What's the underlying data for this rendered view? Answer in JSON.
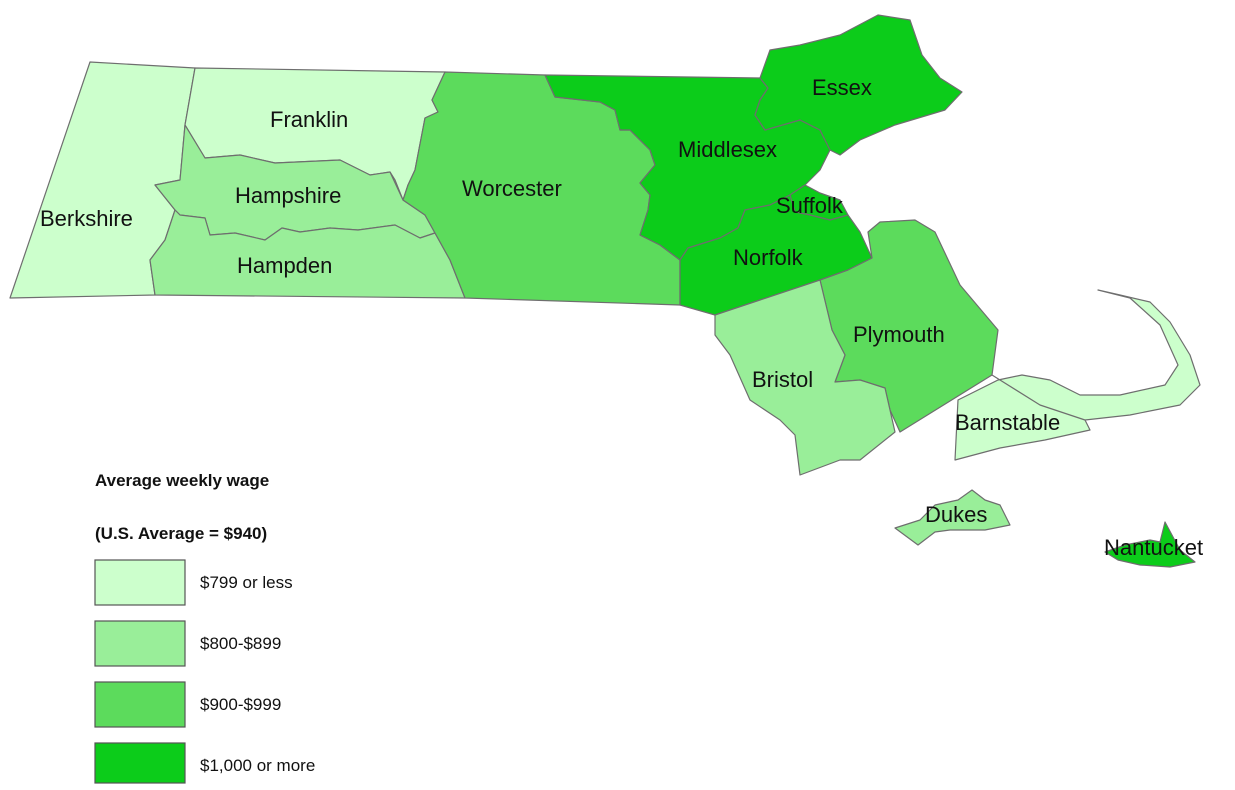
{
  "legend": {
    "title": "Average weekly wage",
    "subtitle": "(U.S. Average = $940)",
    "classes": [
      {
        "id": "c1",
        "label": "$799 or less",
        "color": "#ccffcc"
      },
      {
        "id": "c2",
        "label": "$800-$899",
        "color": "#99ee99"
      },
      {
        "id": "c3",
        "label": "$900-$999",
        "color": "#5cdb5c"
      },
      {
        "id": "c4",
        "label": "$1,000 or more",
        "color": "#0ccc1a"
      }
    ]
  },
  "counties": [
    {
      "id": "berkshire",
      "name": "Berkshire",
      "class": 0
    },
    {
      "id": "franklin",
      "name": "Franklin",
      "class": 0
    },
    {
      "id": "hampshire",
      "name": "Hampshire",
      "class": 1
    },
    {
      "id": "hampden",
      "name": "Hampden",
      "class": 1
    },
    {
      "id": "worcester",
      "name": "Worcester",
      "class": 2
    },
    {
      "id": "middlesex",
      "name": "Middlesex",
      "class": 3
    },
    {
      "id": "essex",
      "name": "Essex",
      "class": 3
    },
    {
      "id": "suffolk",
      "name": "Suffolk",
      "class": 3
    },
    {
      "id": "norfolk",
      "name": "Norfolk",
      "class": 3
    },
    {
      "id": "plymouth",
      "name": "Plymouth",
      "class": 2
    },
    {
      "id": "bristol",
      "name": "Bristol",
      "class": 1
    },
    {
      "id": "barnstable",
      "name": "Barnstable",
      "class": 0
    },
    {
      "id": "dukes",
      "name": "Dukes",
      "class": 1
    },
    {
      "id": "nantucket",
      "name": "Nantucket",
      "class": 3
    }
  ]
}
